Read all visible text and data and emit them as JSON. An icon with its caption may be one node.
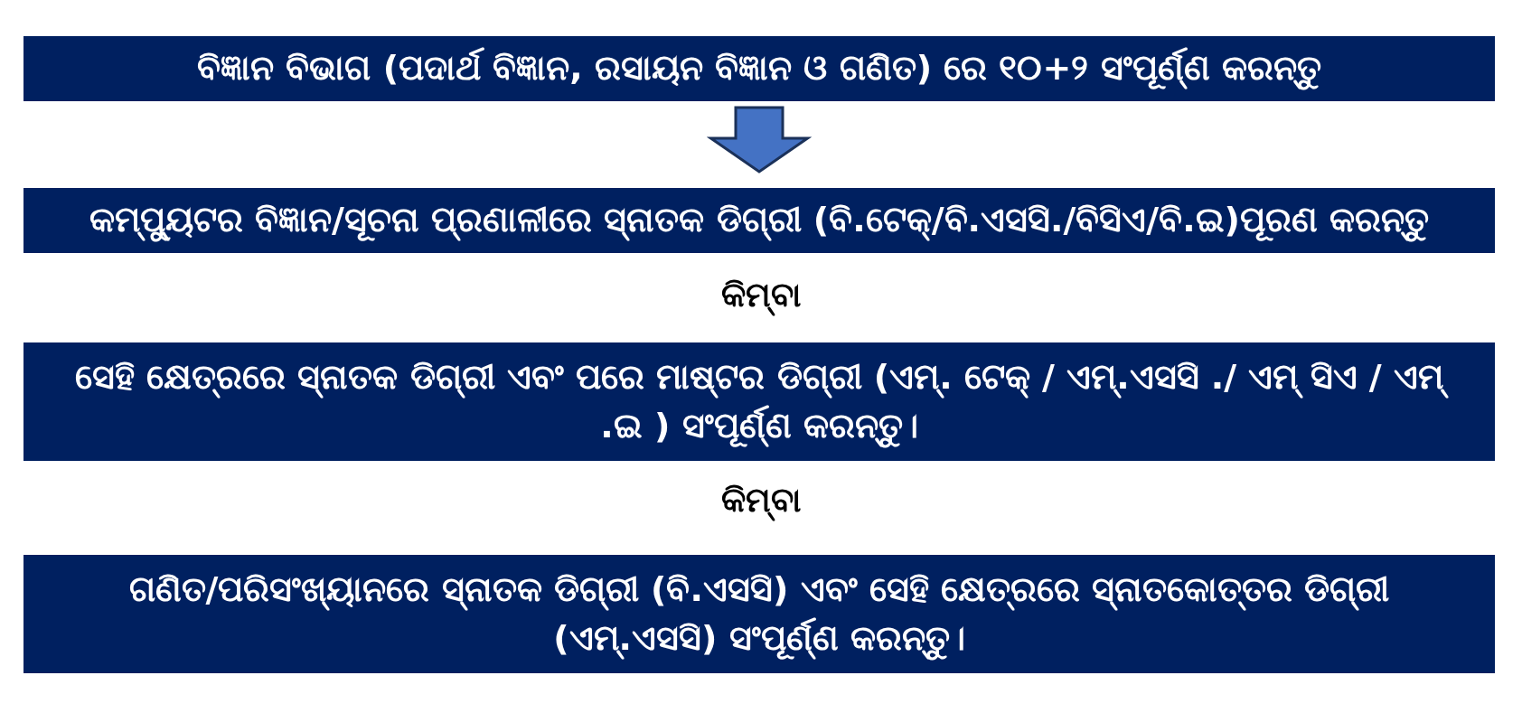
{
  "diagram": {
    "nodes": [
      {
        "text": [
          "ବିଜ୍ଞାନ ବିଭାଗ (ପଦାର୍ଥ ବିଜ୍ଞାନ, ରସାୟନ ବିଜ୍ଞାନ ଓ ଗଣିତ) ରେ ୧୦+୨ ସଂପୂର୍ଣ୍ଣ କରନ୍ତୁ"
        ]
      },
      {
        "text": [
          "କମ୍ପ୍ୟୁଟର ବିଜ୍ଞାନ/ସୂଚନା ପ୍ରଣାଳୀରେ ସ୍ନାତକ ଡିଗ୍ରୀ (ବି.ଟେକ୍/ବି.ଏସସି./ବିସିଏ/ବି.ଇ)ପୂରଣ କରନ୍ତୁ"
        ]
      },
      {
        "text": [
          "ସେହି କ୍ଷେତ୍ରରେ ସ୍ନାତକ ଡିଗ୍ରୀ ଏବଂ ପରେ ମାଷ୍ଟର ଡିଗ୍ରୀ (ଏମ୍. ଟେକ୍ / ଏମ୍.ଏସସି ./ ଏମ୍ ସିଏ / ଏମ୍ .ଇ ) ସଂପୂର୍ଣ୍ଣ କରନ୍ତୁ।"
        ]
      },
      {
        "text": [
          "ଗଣିତ/ପରିସଂଖ୍ୟାନରେ ସ୍ନାତକ ଡିଗ୍ରୀ (ବି.ଏସସି) ଏବଂ ସେହି କ୍ଷେତ୍ରରେ ସ୍ନାତକୋତ୍ତର ଡିଗ୍ରୀ (ଏମ୍.ଏସସି) ସଂପୂର୍ଣ୍ଣ କରନ୍ତୁ।"
        ]
      }
    ],
    "edges": [
      {
        "from": 0,
        "to": 1,
        "arrow": "to"
      }
    ],
    "labels": [
      "କିମ୍ବା",
      "କିମ୍ବା"
    ]
  }
}
